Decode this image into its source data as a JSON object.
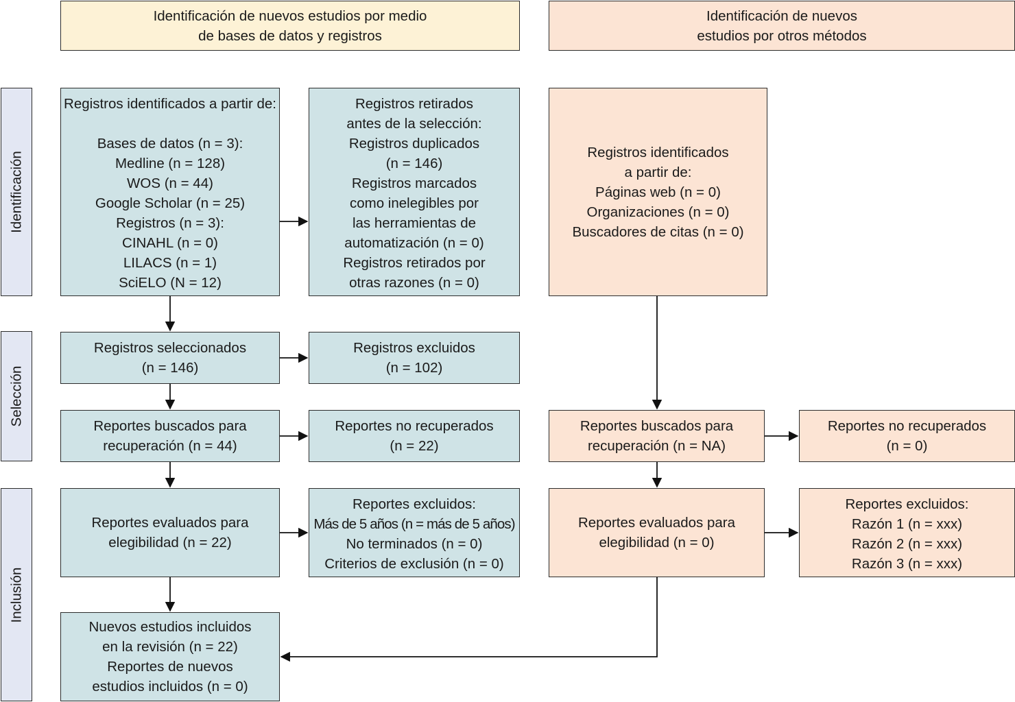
{
  "headers": {
    "left": [
      "Identificación de nuevos estudios por medio",
      "de bases de datos y registros"
    ],
    "right": [
      "Identificación de nuevos",
      "estudios por otros métodos"
    ]
  },
  "phases": {
    "identification": "Identificación",
    "selection": "Selección",
    "inclusion": "Inclusión"
  },
  "db": {
    "identified": {
      "title": "Registros identificados a partir de:",
      "lines": [
        "Bases de datos (n = 3):",
        "Medline (n = 128)",
        "WOS (n = 44)",
        "Google Scholar (n = 25)",
        "Registros (n = 3):",
        "CINAHL (n = 0)",
        "LILACS (n = 1)",
        "SciELO (N = 12)"
      ]
    },
    "removed": [
      "Registros retirados",
      "antes de la selección:",
      "Registros duplicados",
      "(n = 146)",
      "Registros marcados",
      "como inelegibles por",
      "las herramientas de",
      "automatización (n = 0)",
      "Registros retirados por",
      "otras razones (n = 0)"
    ],
    "screened": [
      "Registros seleccionados",
      "(n = 146)"
    ],
    "excluded": [
      "Registros excluidos",
      "(n = 102)"
    ],
    "sought": [
      "Reportes buscados para",
      "recuperación (n = 44)"
    ],
    "not_retrieved": [
      "Reportes no recuperados",
      "(n = 22)"
    ],
    "assessed": [
      "Reportes evaluados para",
      "elegibilidad (n = 22)"
    ],
    "reports_excluded": [
      "Reportes excluidos:",
      "Más de 5 años (n = más de 5 años)",
      "No terminados (n = 0)",
      "Criterios de exclusión (n = 0)"
    ],
    "included": [
      "Nuevos estudios incluidos",
      "en la revisión (n = 22)",
      "Reportes de nuevos",
      "estudios incluidos (n = 0)"
    ]
  },
  "other": {
    "identified": [
      "Registros identificados",
      "a partir de:",
      "Páginas web (n = 0)",
      "Organizaciones (n = 0)",
      "Buscadores de citas (n = 0)"
    ],
    "sought": [
      "Reportes buscados para",
      "recuperación (n = NA)"
    ],
    "not_retrieved": [
      "Reportes no recuperados",
      "(n = 0)"
    ],
    "assessed": [
      "Reportes evaluados para",
      "elegibilidad (n = 0)"
    ],
    "reports_excluded": [
      "Reportes excluidos:",
      "Razón 1 (n = xxx)",
      "Razón 2 (n = xxx)",
      "Razón 3 (n = xxx)"
    ]
  },
  "colors": {
    "blue_box": "#cfe3e6",
    "peach_box": "#fce4d4",
    "yellow_header": "#fdf2d6",
    "phase_label": "#e3e7f3"
  }
}
